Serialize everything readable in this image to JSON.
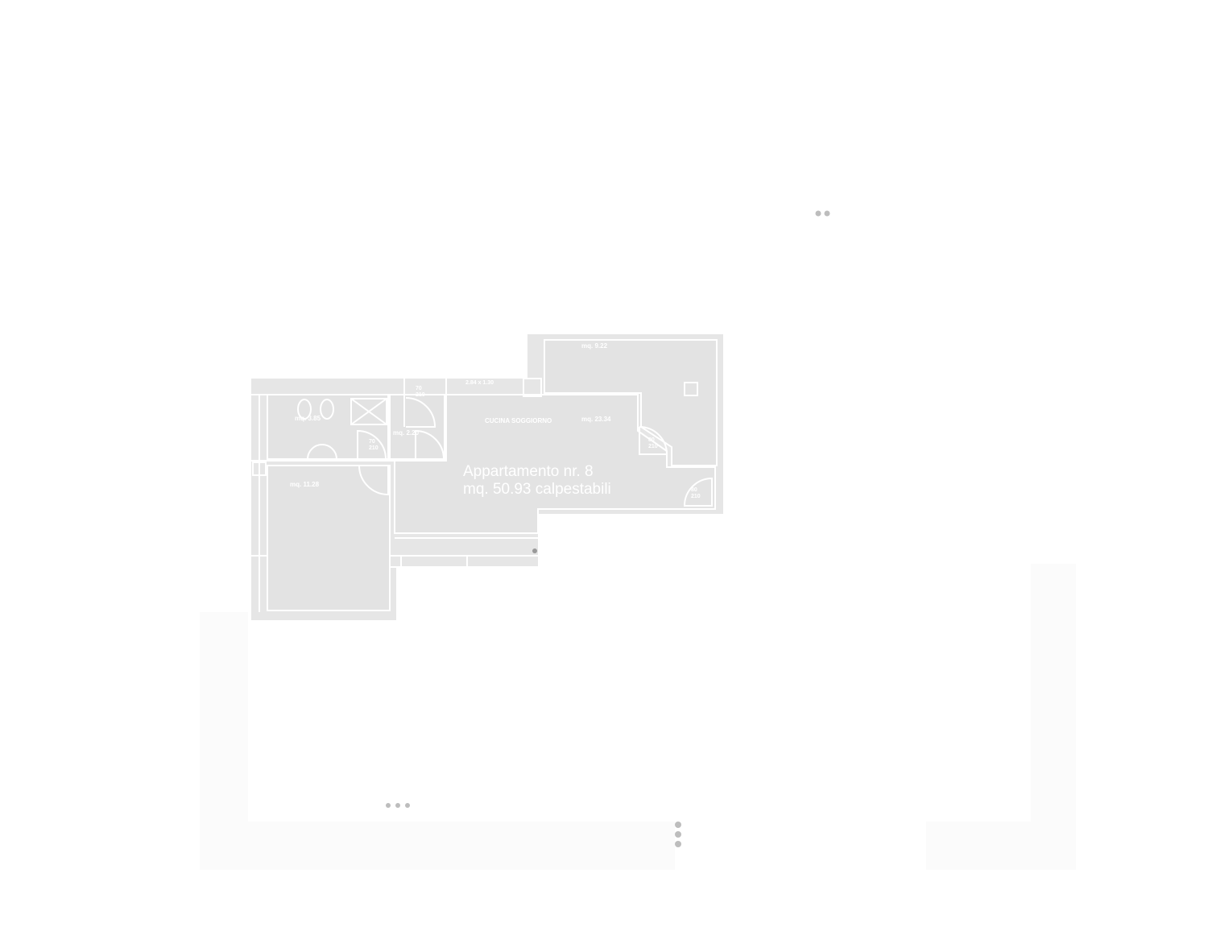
{
  "plan": {
    "title_line1": "Appartamento nr. 8",
    "title_line2": "mq. 50.93 calpestabili",
    "rooms": {
      "living": "CUCINA SOGGIORNO",
      "living_area": "mq. 23.34",
      "terrace_area": "mq. 9.22",
      "bath_area": "mq. 3.85",
      "hall_area": "mq. 2.20",
      "bedroom_area": "mq. 11.28",
      "strip_label": "2.84 x 1.30"
    },
    "doors": {
      "d1": "70\n210",
      "d2": "80\n210",
      "d3": "70\n210",
      "d4": "80\n210"
    }
  },
  "colors": {
    "wall": "#e6e6e6",
    "floor": "#e4e4e4",
    "line": "#ffffff",
    "ghost": "#fbfbfb",
    "dots": "#bdbdbd"
  }
}
